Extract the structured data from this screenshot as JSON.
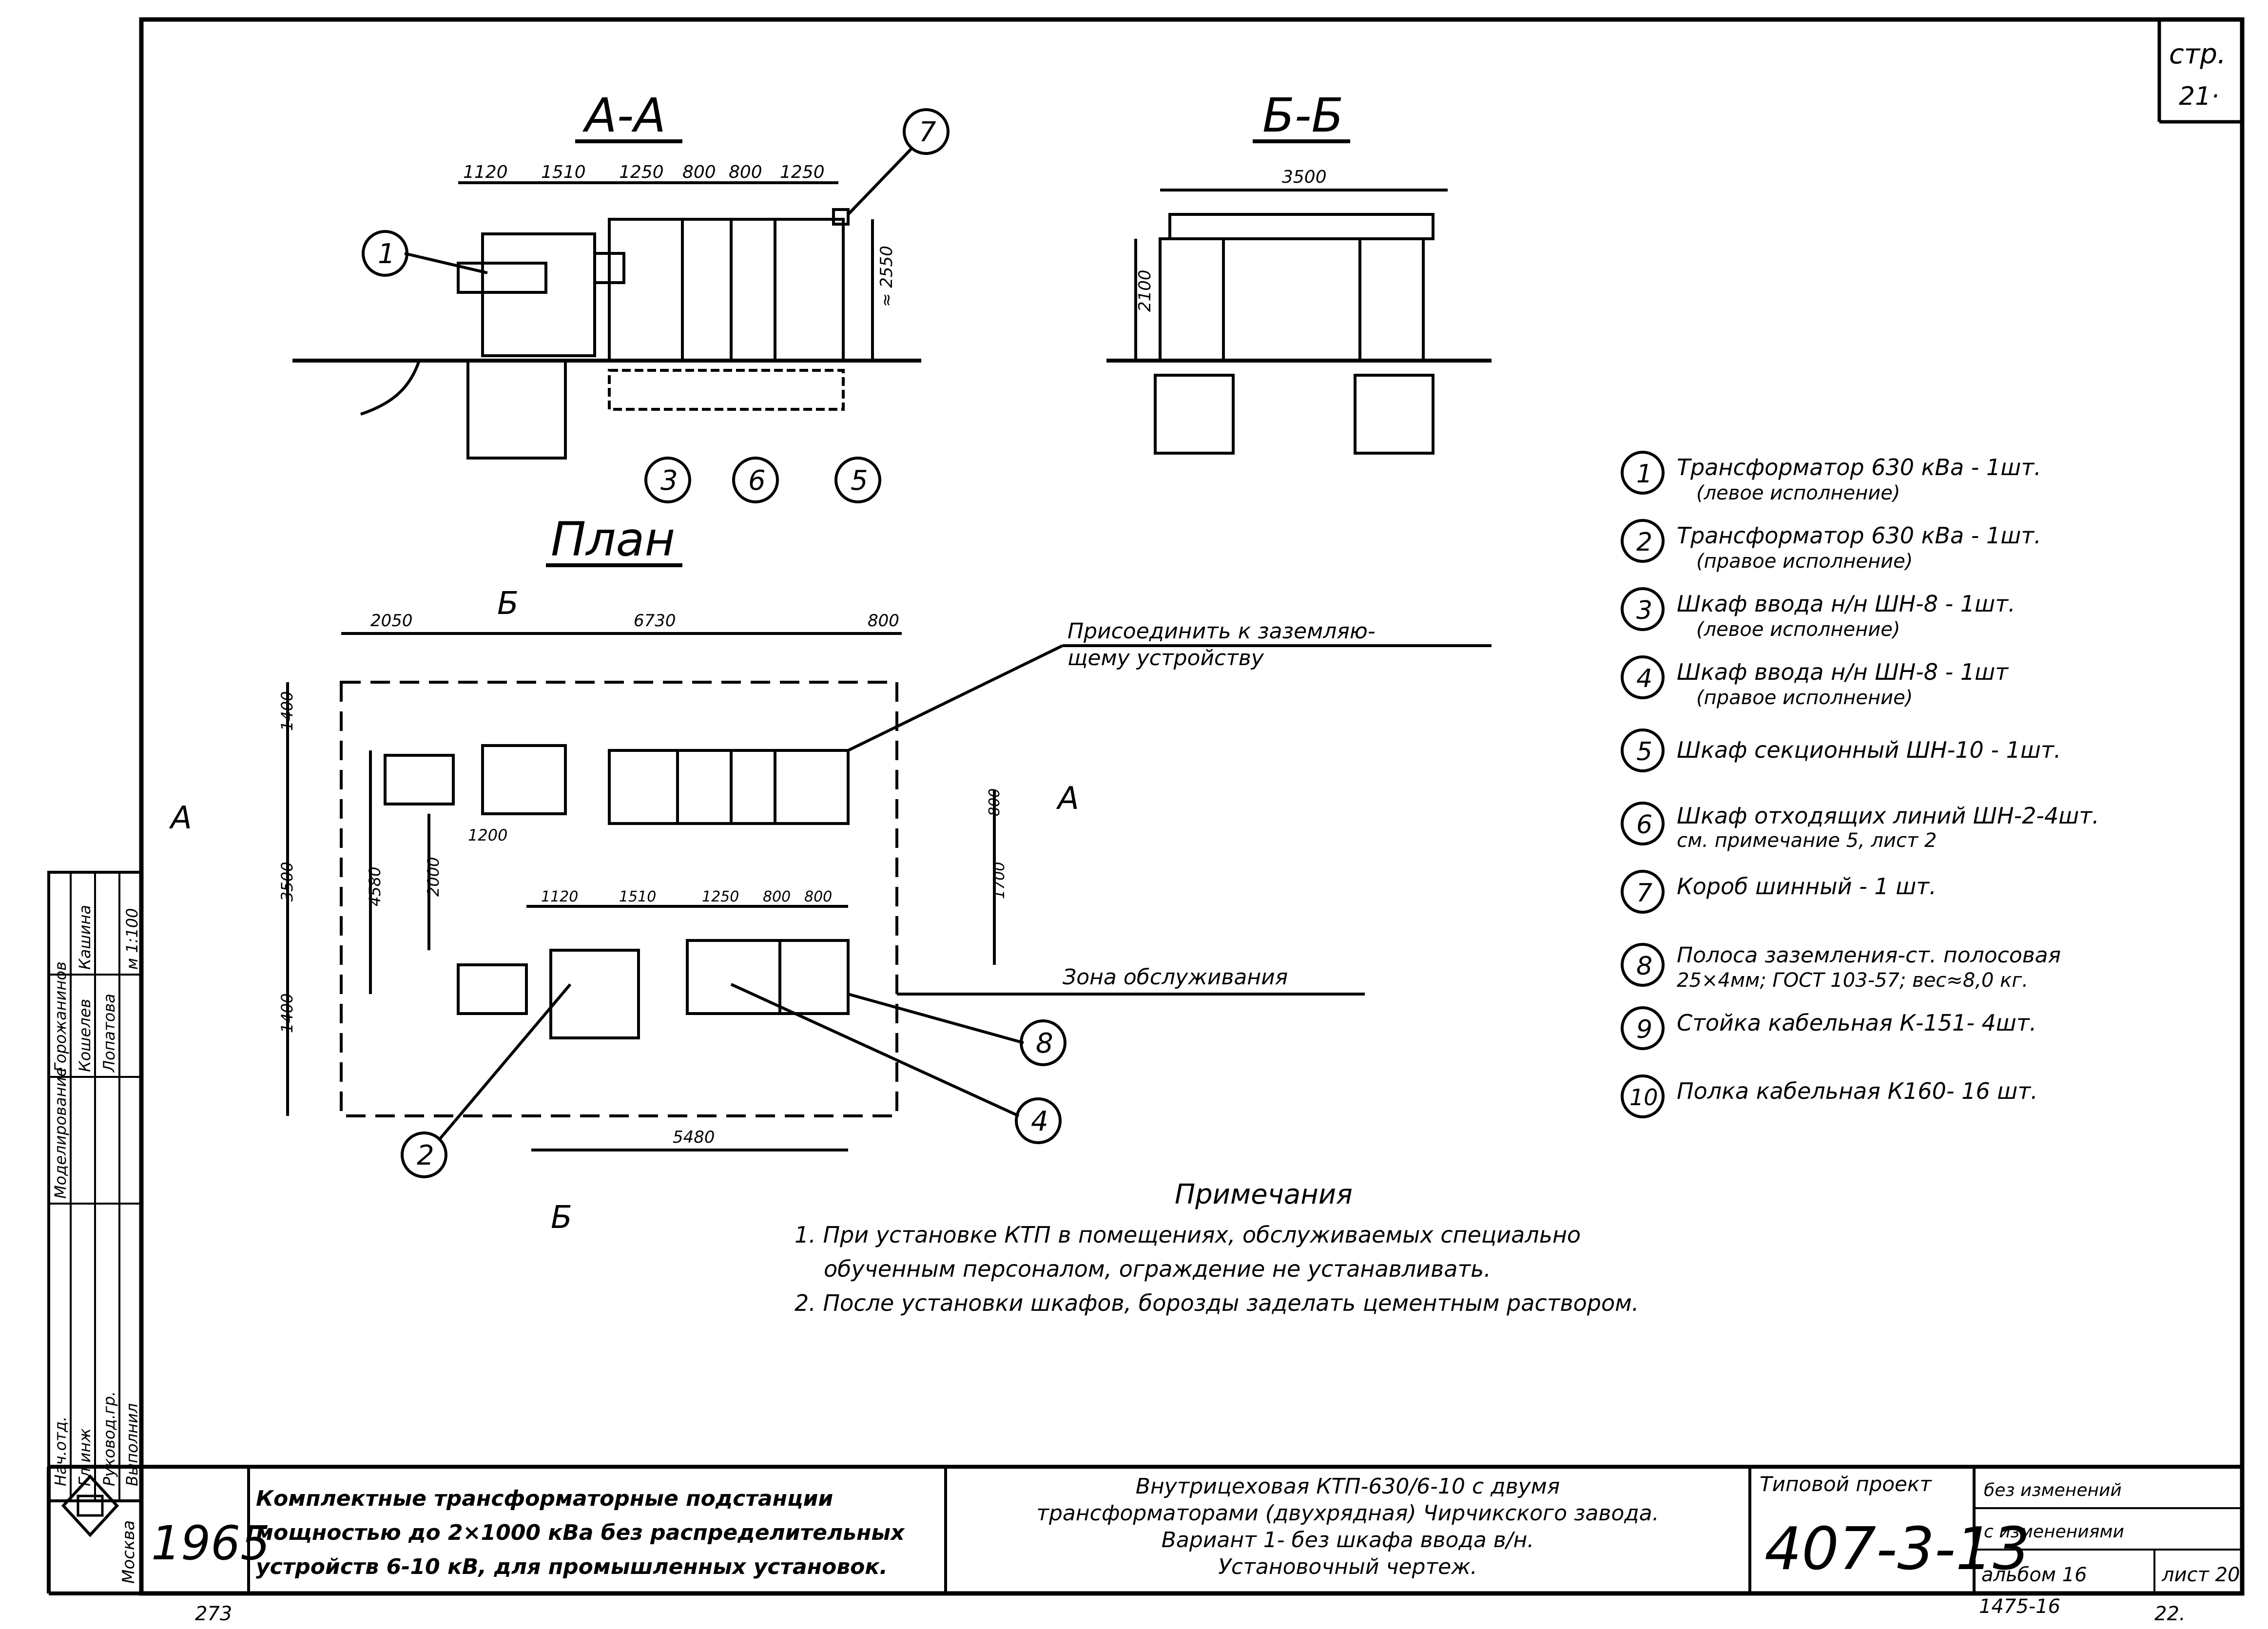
{
  "sheet_corner": {
    "label": "стр.",
    "value": "21·"
  },
  "views": {
    "section_aa": {
      "title": "А-А",
      "dims": [
        "1120",
        "1510",
        "1250",
        "800",
        "800",
        "1250"
      ],
      "height_dim": "≈ 2550"
    },
    "section_bb": {
      "title": "Б-Б",
      "width_dim": "3500",
      "height_dim": "2100"
    },
    "plan": {
      "title": "План",
      "top_dims": [
        "2050",
        "6730",
        "800"
      ],
      "left_dims": [
        "1400",
        "3500",
        "1400"
      ],
      "inner_dims": [
        "4580",
        "2000",
        "1200"
      ],
      "row_dims": [
        "1120",
        "1510",
        "1250",
        "800",
        "800"
      ],
      "bottom_dim": "5480",
      "right_dims": [
        "800",
        "1700"
      ],
      "section_marks": [
        "А",
        "А",
        "Б",
        "Б"
      ],
      "annotation_ground": "Присоединить к заземляю-\nщему устройству",
      "annotation_zone": "Зона обслуживания"
    }
  },
  "legend": [
    {
      "num": "1",
      "text": "Трансформатор 630 кВа - 1шт.",
      "sub": "(левое исполнение)"
    },
    {
      "num": "2",
      "text": "Трансформатор 630 кВа - 1шт.",
      "sub": "(правое исполнение)"
    },
    {
      "num": "3",
      "text": "Шкаф ввода н/н ШН-8 - 1шт.",
      "sub": "(левое исполнение)"
    },
    {
      "num": "4",
      "text": "Шкаф ввода н/н ШН-8 - 1шт",
      "sub": "(правое исполнение)"
    },
    {
      "num": "5",
      "text": "Шкаф секционный ШН-10 - 1шт.",
      "sub": ""
    },
    {
      "num": "6",
      "text": "Шкаф отходящих линий ШН-2-4шт.",
      "sub": "см. примечание 5, лист 2"
    },
    {
      "num": "7",
      "text": "Короб шинный - 1 шт.",
      "sub": ""
    },
    {
      "num": "8",
      "text": "Полоса заземления-ст. полосовая",
      "sub": "25×4мм; ГОСТ 103-57; вес≈8,0 кг."
    },
    {
      "num": "9",
      "text": "Стойка кабельная К-151- 4шт.",
      "sub": ""
    },
    {
      "num": "10",
      "text": "Полка кабельная К160- 16 шт.",
      "sub": ""
    }
  ],
  "notes": {
    "title": "Примечания",
    "items": [
      "1. При установке КТП в помещениях, обслуживаемых специально",
      "обученным персоналом, ограждение не устанавливать.",
      "2. После установки шкафов, борозды заделать цементным раствором."
    ]
  },
  "side_stamp": [
    "Нач.отд.",
    "Гл.инж",
    "Руковод.гр.",
    "Выполнил",
    "Горожанинов",
    "Кошелев",
    "Лопатова",
    "м 1:100",
    "Моделирование",
    "Кашина"
  ],
  "title_block": {
    "org": "Москва",
    "year": "1965",
    "series_title": [
      "Комплектные трансформаторные подстанции",
      "мощностью до 2×1000 кВа без распределительных",
      "устройств 6-10 кВ, для промышленных установок."
    ],
    "sheet_title": [
      "Внутрицеховая КТП-630/6-10 с двумя",
      "трансформаторами (двухрядная) Чирчикского завода.",
      "Вариант 1- без шкафа ввода в/н.",
      "Установочный чертеж."
    ],
    "project_label": "Типовой проект",
    "project_number": "407-3-13",
    "change_top": "без изменений",
    "change_bottom": "с изменениями",
    "album": "альбом 16",
    "sheet": "лист 20"
  },
  "footer": {
    "left": "273",
    "right_code": "1475-16",
    "right_page": "22."
  }
}
